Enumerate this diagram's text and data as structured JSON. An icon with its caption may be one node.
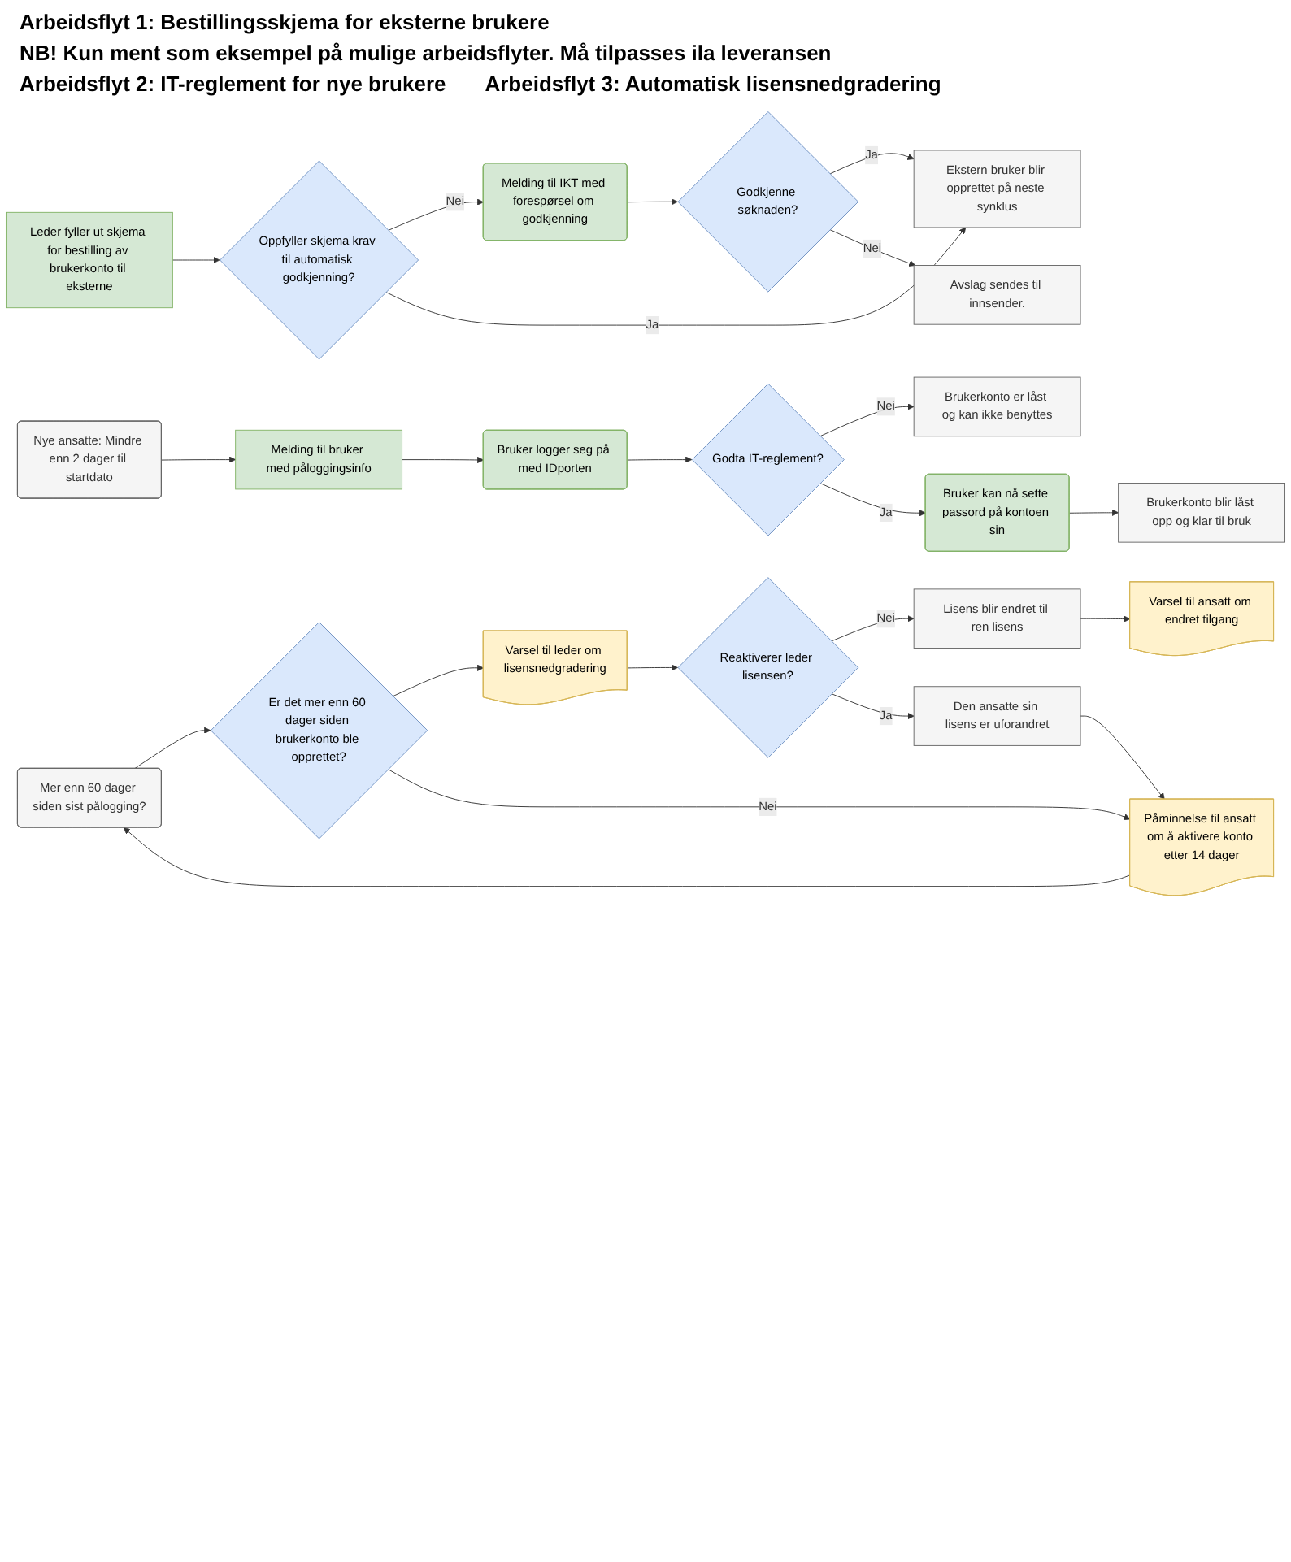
{
  "diagram": {
    "nodes": [
      {
        "text": [
          "Leder fyller ut skjema for bestilling av brukerkonto til eksterne"
        ]
      },
      {
        "text": [
          "Oppfyller skjema krav til automatisk godkjenning?"
        ]
      },
      {
        "text": [
          "Melding til IKT med forespørsel om godkjenning"
        ]
      },
      {
        "text": [
          "Godkjenne søknaden?"
        ]
      },
      {
        "text": [
          "Ekstern bruker blir opprettet på neste synklus"
        ]
      },
      {
        "text": [
          "Avslag sendes til innsender."
        ]
      },
      {
        "text": [
          "Nye ansatte: Mindre enn 2 dager til startdato"
        ]
      },
      {
        "text": [
          "Melding til bruker med påloggingsinfo"
        ]
      },
      {
        "text": [
          "Bruker logger seg på med IDporten"
        ]
      },
      {
        "text": [
          "Godta IT-reglement?"
        ]
      },
      {
        "text": [
          "Brukerkonto er låst og kan ikke benyttes"
        ]
      },
      {
        "text": [
          "Bruker kan nå sette passord på kontoen sin"
        ]
      },
      {
        "text": [
          "Brukerkonto blir låst opp og klar til bruk"
        ]
      },
      {
        "text": [
          "Varsel til ansatt om endret tilgang"
        ]
      },
      {
        "text": [
          "Lisens blir endret til ren lisens"
        ]
      },
      {
        "text": [
          "Mer enn 60 dager siden sist pålogging?"
        ]
      },
      {
        "text": [
          "Er det mer enn 60 dager siden brukerkonto ble opprettet?"
        ]
      },
      {
        "text": [
          "Varsel til leder om lisensnedgradering"
        ]
      },
      {
        "text": [
          "Reaktiverer leder lisensen?"
        ]
      },
      {
        "text": [
          "Påminnelse til ansatt om å aktivere konto etter 14 dager"
        ]
      },
      {
        "text": [
          "Den ansatte sin lisens er uforandret"
        ]
      }
    ],
    "edges": [
      {
        "from": 0,
        "to": 1,
        "arrow": "to"
      },
      {
        "from": 1,
        "to": 2,
        "label": "Nei",
        "arrow": "to"
      },
      {
        "from": 2,
        "to": 3,
        "arrow": "to"
      },
      {
        "from": 3,
        "to": 4,
        "label": "Ja",
        "arrow": "to"
      },
      {
        "from": 3,
        "to": 5,
        "label": "Nei",
        "arrow": "to"
      },
      {
        "from": 1,
        "to": 4,
        "label": "Ja",
        "arrow": "to"
      },
      {
        "from": 6,
        "to": 7,
        "arrow": "to"
      },
      {
        "from": 7,
        "to": 8,
        "arrow": "to"
      },
      {
        "from": 8,
        "to": 9,
        "arrow": "to"
      },
      {
        "from": 9,
        "to": 10,
        "label": "Nei",
        "arrow": "to"
      },
      {
        "from": 9,
        "to": 11,
        "label": "Ja",
        "arrow": "to"
      },
      {
        "from": 11,
        "to": 12,
        "arrow": "to"
      },
      {
        "from": 15,
        "to": 16,
        "arrow": "to"
      },
      {
        "from": 16,
        "to": 17,
        "arrow": "to"
      },
      {
        "from": 17,
        "to": 18,
        "arrow": "to"
      },
      {
        "from": 18,
        "to": 14,
        "label": "Nei",
        "arrow": "to"
      },
      {
        "from": 14,
        "to": 13,
        "arrow": "to"
      },
      {
        "from": 18,
        "to": 20,
        "label": "Ja",
        "arrow": "to"
      },
      {
        "from": 16,
        "to": 19,
        "label": "Nei",
        "arrow": "to"
      },
      {
        "from": 20,
        "to": 19,
        "arrow": "to"
      },
      {
        "from": 19,
        "to": 15,
        "arrow": "to"
      }
    ],
    "labels": [
      "Arbeidsflyt 1: Bestillingsskjema for eksterne brukere",
      "NB! Kun ment som eksempel på mulige arbeidsflyter. Må tilpasses ila leveransen",
      "Arbeidsflyt 2: IT-reglement for nye brukere",
      "Arbeidsflyt 3: Automatisk lisensnedgradering"
    ]
  }
}
